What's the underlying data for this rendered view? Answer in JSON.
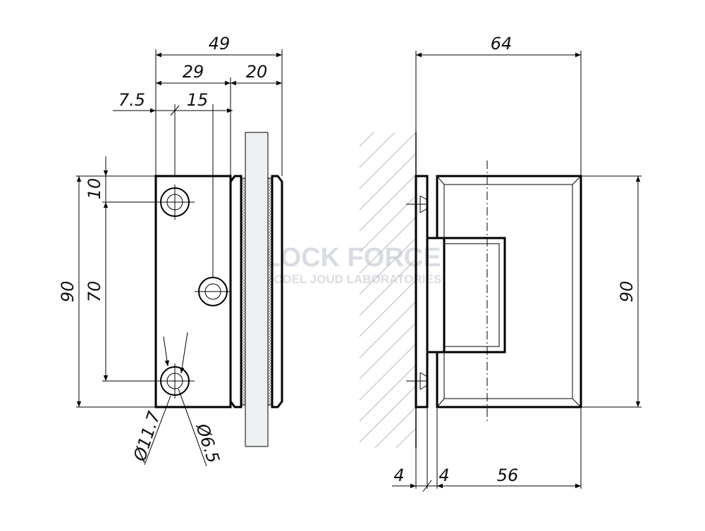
{
  "watermark": {
    "brand": "LOCK FORCE",
    "tagline": "MODEL JOUD LABORATORIES"
  },
  "front_view": {
    "dimensions": {
      "overall_width": "49",
      "body_width": "29",
      "plate_width": "20",
      "hole_offset": "7.5",
      "hole_spacing": "15",
      "top_hole_offset": "10",
      "hole_pitch": "70",
      "overall_height": "90",
      "counterbore_diameter": "Ø11.7",
      "hole_diameter": "Ø6.5"
    }
  },
  "side_view": {
    "dimensions": {
      "overall_depth": "64",
      "height": "90",
      "wall_plate_thickness": "4",
      "gap": "4",
      "body_depth": "56"
    }
  },
  "colors": {
    "line": "#000000",
    "hatch": "#b8b8b8",
    "glass": "#eef0f2",
    "watermark": "#d9dde2"
  }
}
